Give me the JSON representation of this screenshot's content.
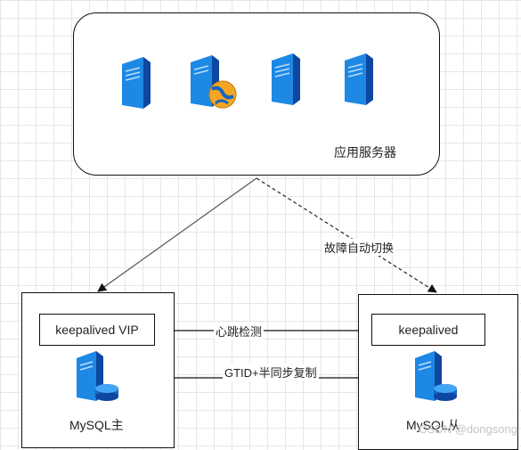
{
  "app_servers": {
    "label": "应用服务器",
    "icons": [
      "server-icon",
      "web-server-icon",
      "server-icon",
      "server-icon"
    ]
  },
  "master": {
    "keepalived_label": "keepalived VIP",
    "db_label": "MySQL主",
    "icon": "database-server-icon"
  },
  "slave": {
    "keepalived_label": "keepalived",
    "db_label": "MySQL从",
    "icon": "database-server-icon"
  },
  "edges": {
    "failover_label": "故障自动切换",
    "heartbeat_label": "心跳检测",
    "replication_label": "GTID+半同步复制"
  },
  "watermark": "CSDN @dongsong",
  "colors": {
    "server_blue": "#1e88e5",
    "server_dark": "#0d47a1",
    "globe_orange": "#f5a623",
    "line_gray": "#555555"
  }
}
